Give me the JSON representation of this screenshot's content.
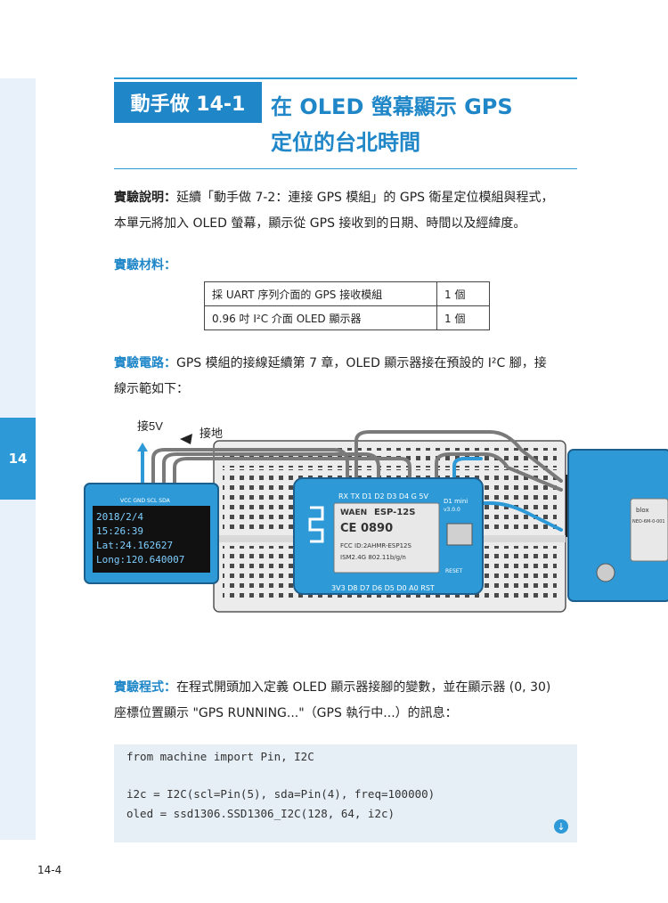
{
  "chapter": {
    "number": "14",
    "page_number": "14-4"
  },
  "section": {
    "badge": "動手做 14-1",
    "title_line1": "在 OLED 螢幕顯示 GPS",
    "title_line2": "定位的台北時間"
  },
  "description": {
    "label": "實驗說明：",
    "text_line1": "延續「動手做 7-2：連接 GPS 模組」的 GPS 衛星定位模組與程式，",
    "text_line2": "本單元將加入 OLED 螢幕，顯示從 GPS 接收到的日期、時間以及經緯度。"
  },
  "materials": {
    "label": "實驗材料：",
    "rows": [
      {
        "name": "採 UART 序列介面的 GPS 接收模組",
        "qty": "1 個"
      },
      {
        "name": "0.96 吋 I²C 介面 OLED 顯示器",
        "qty": "1 個"
      }
    ]
  },
  "circuit": {
    "label": "實驗電路：",
    "text_line1": "GPS 模組的接線延續第 7 章，OLED 顯示器接在預設的 I²C 腳，接",
    "text_line2": "線示範如下：",
    "annotation_5v": "接5V",
    "annotation_gnd": "接地",
    "oled_pins": "VCC GND SCL SDA",
    "oled_lines": [
      "2018/2/4",
      "15:26:39",
      "Lat:24.162627",
      "Long:120.640007"
    ],
    "board_pins_top": "RX TX D1 D2 D3 D4 G 5V",
    "board_pins_bottom": "3V3 D8 D7 D6 D5 D0 A0 RST",
    "board_name": "D1 mini",
    "board_version": "v3.0.0",
    "module_brand": "WAEN",
    "module_model": "ESP-12S",
    "module_ce": "CE 0890",
    "module_fcc": "FCC ID:2AHMR-ESP12S",
    "module_ism": "ISM2.4G 802.11b/g/n",
    "reset_label": "RESET",
    "gps_brand": "blox",
    "gps_model": "NEO-6M-0-001"
  },
  "program": {
    "label": "實驗程式：",
    "text_line1": "在程式開頭加入定義 OLED 顯示器接腳的變數，並在顯示器 (0, 30)",
    "text_line2": "座標位置顯示 \"GPS RUNNING...\"（GPS 執行中...）的訊息："
  },
  "code": {
    "line1": "from machine import Pin, I2C",
    "line2": "i2c = I2C(scl=Pin(5), sda=Pin(4), freq=100000)",
    "line3": "oled = ssd1306.SSD1306_I2C(128, 64, i2c)"
  },
  "colors": {
    "accent": "#2d9ad7",
    "title_blue": "#1f86c8",
    "code_bg": "#e6eef6"
  }
}
